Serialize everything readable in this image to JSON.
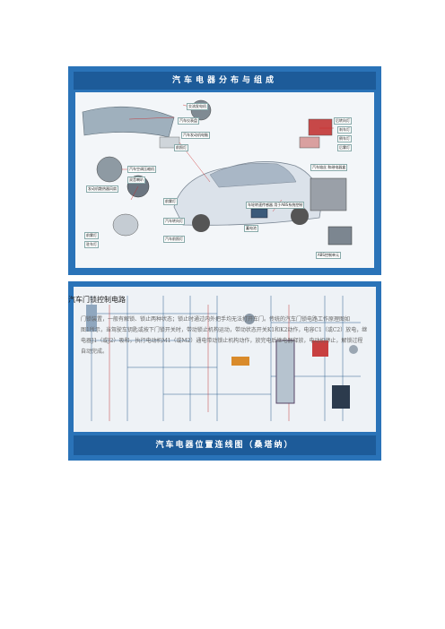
{
  "panel1": {
    "title": "汽车电器分布与组成",
    "labels": [
      "交流发电机",
      "汽车仪表盘",
      "汽车发动机电脑",
      "前照灯",
      "汽车空调压缩机",
      "发动机散热器风扇",
      "双音喇叭",
      "前雾灯",
      "汽车转向灯",
      "前雾灯",
      "驻车灯",
      "汽车前照灯",
      "蓄电池",
      "车轮转速传感器 用于ABS系统控制",
      "后转向灯",
      "刹车灯",
      "倒车灯",
      "后雾灯",
      "汽车熔丝 和继电器盒",
      "ABS控制单元"
    ]
  },
  "panel2": {
    "title": "汽车电器位置连线图（桑塔纳）"
  },
  "heading": "汽车门锁控制电路",
  "paragraph": [
    "门锁装置，一般有解锁、锁止两种状态；锁止时通过内外把手均无法打开车门。传统的汽车门锁电路工作原理图如",
    "图1所示，当驾驶车钥匙或按下门锁开关时，带动锁止机构运动，带动状态开关K1和K2动作，电容C1（或C2）放电，继",
    "电器J1（或J2）吸和，执行电动机M1（或M2）通电带动锁止机构动作，放完电后继电器释放，电动机停止，解锁过程",
    "自动完成。"
  ]
}
